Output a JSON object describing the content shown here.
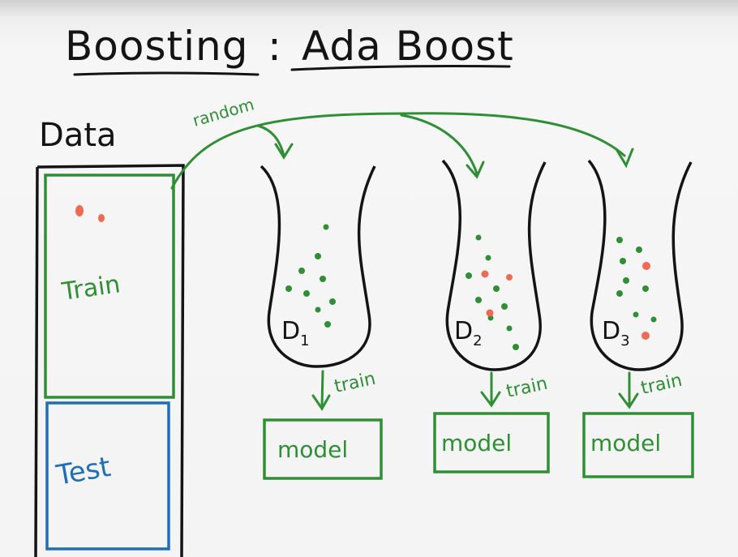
{
  "title": {
    "left": "Boosting",
    "sep": ":",
    "right": "Ada Boost"
  },
  "data_panel": {
    "label": "Data",
    "train_label": "Train",
    "test_label": "Test"
  },
  "sampling_label": "random",
  "bags": [
    {
      "label": "D",
      "subscript": "1",
      "arrow_label": "train",
      "model_label": "model"
    },
    {
      "label": "D",
      "subscript": "2",
      "arrow_label": "train",
      "model_label": "model"
    },
    {
      "label": "D",
      "subscript": "3",
      "arrow_label": "train",
      "model_label": "model"
    }
  ],
  "colors": {
    "ink": "#141414",
    "green": "#2f8f35",
    "blue": "#1f6fb8",
    "red": "#ee6a52"
  }
}
